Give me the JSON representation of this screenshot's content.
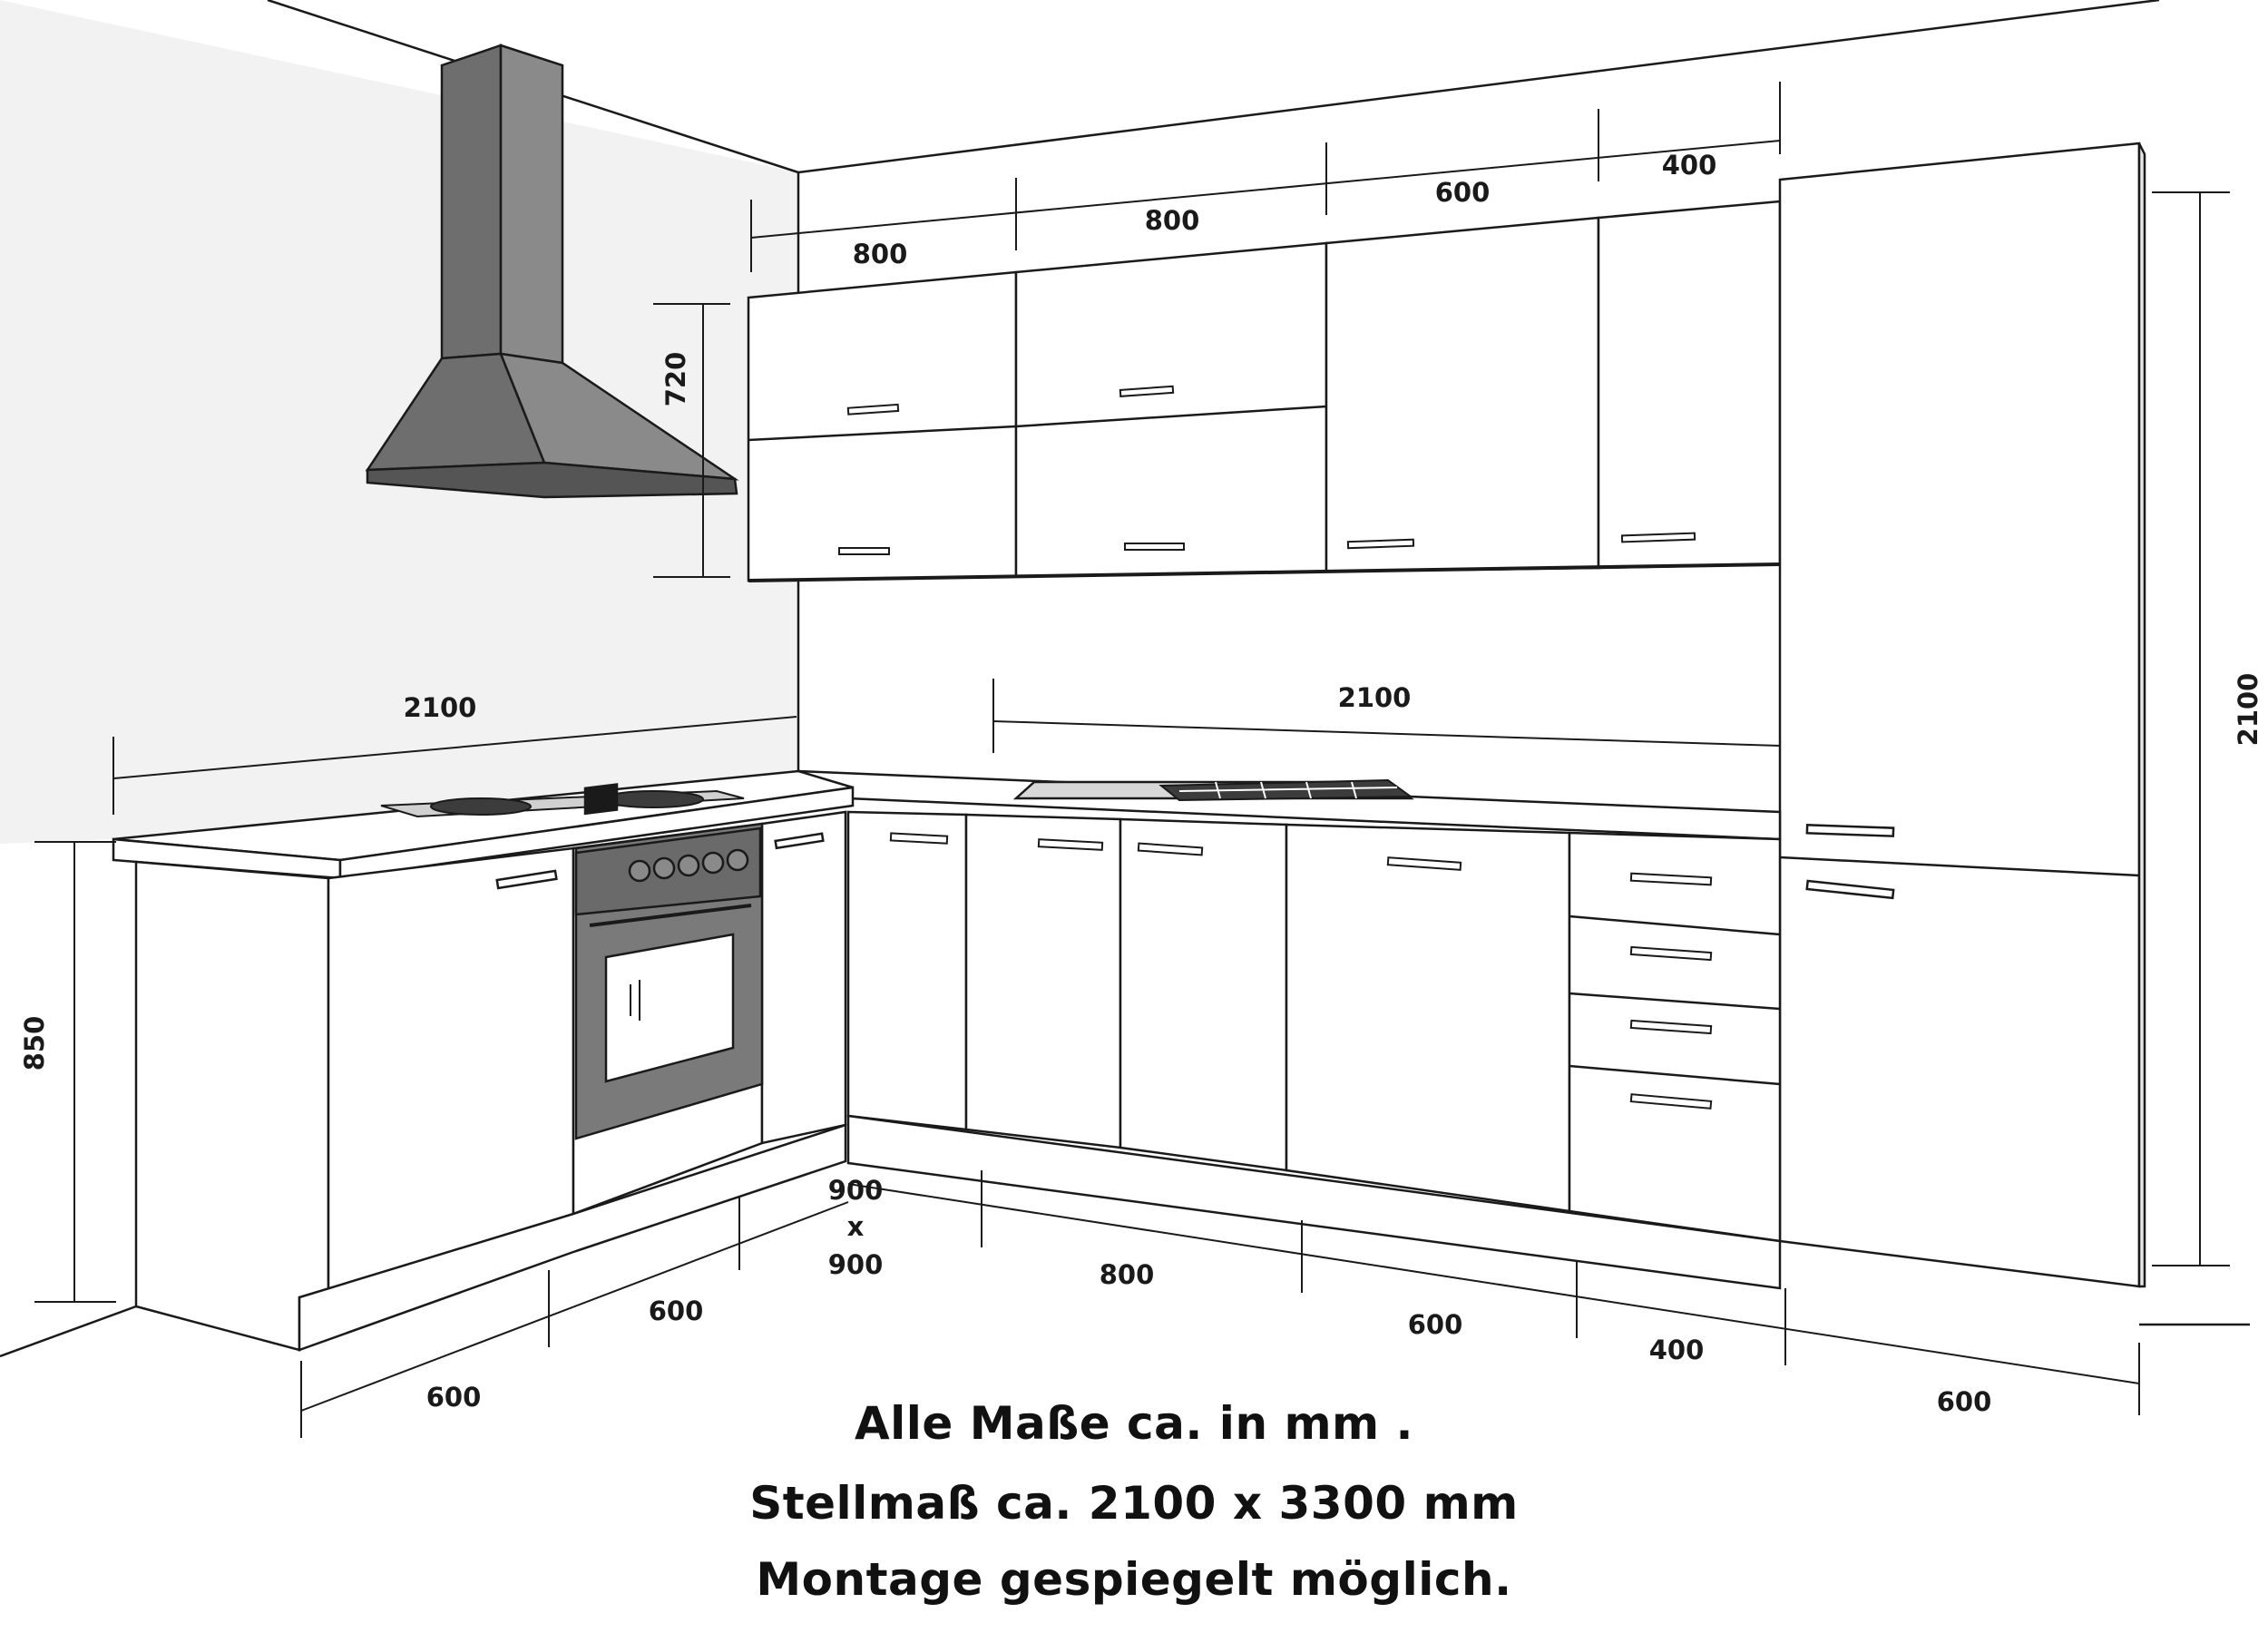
{
  "dimensions": {
    "upper_widths": [
      "800",
      "800",
      "600",
      "400"
    ],
    "upper_height": "720",
    "left_counter_length": "2100",
    "back_counter_length": "2100",
    "tall_unit_height": "2100",
    "base_height": "850",
    "corner_top": "900",
    "corner_x": "x",
    "corner_bottom": "900",
    "left_bottom_widths": [
      "600",
      "600"
    ],
    "back_bottom_widths": [
      "800",
      "600",
      "400",
      "600"
    ]
  },
  "notes": {
    "line1": "Alle Maße ca. in mm .",
    "line2": "Stellmaß ca. 2100 x 3300 mm",
    "line3": "Montage gespiegelt möglich."
  },
  "colors": {
    "line": "#1a1a1a",
    "hood_dark": "#6e6e6e",
    "hood_mid": "#8a8a8a",
    "oven": "#7a7a7a",
    "hob": "#3c3c3c"
  }
}
